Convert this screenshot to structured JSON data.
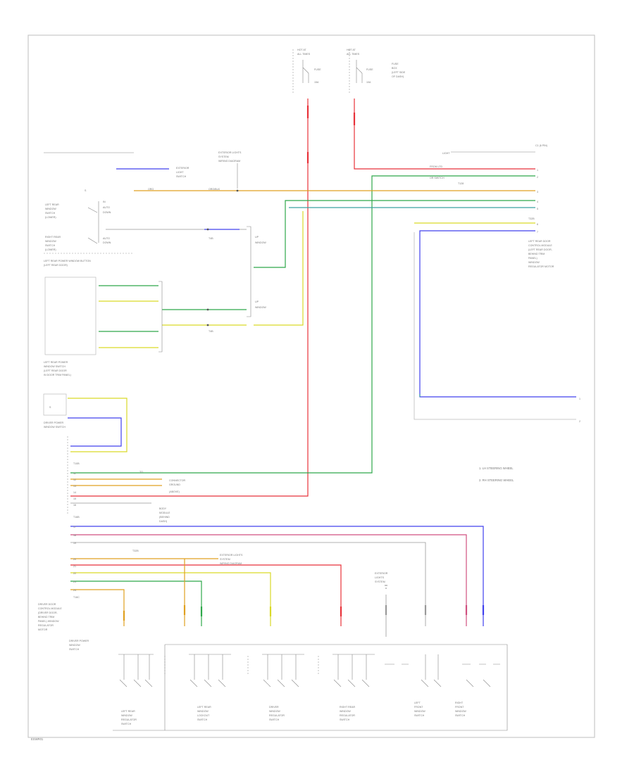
{
  "page": {
    "code": "ESWR01"
  },
  "colors": {
    "red": "#e8323a",
    "green": "#2ea84a",
    "yellow": "#d9d928",
    "orange": "#e0a020",
    "blue": "#4040ee",
    "gray": "#9a9a9a",
    "pink": "#d05080",
    "ink": "#666666"
  },
  "legend": {
    "note1": "1. LH STEERING WHEEL",
    "note2": "2. RH STEERING WHEEL"
  }
}
